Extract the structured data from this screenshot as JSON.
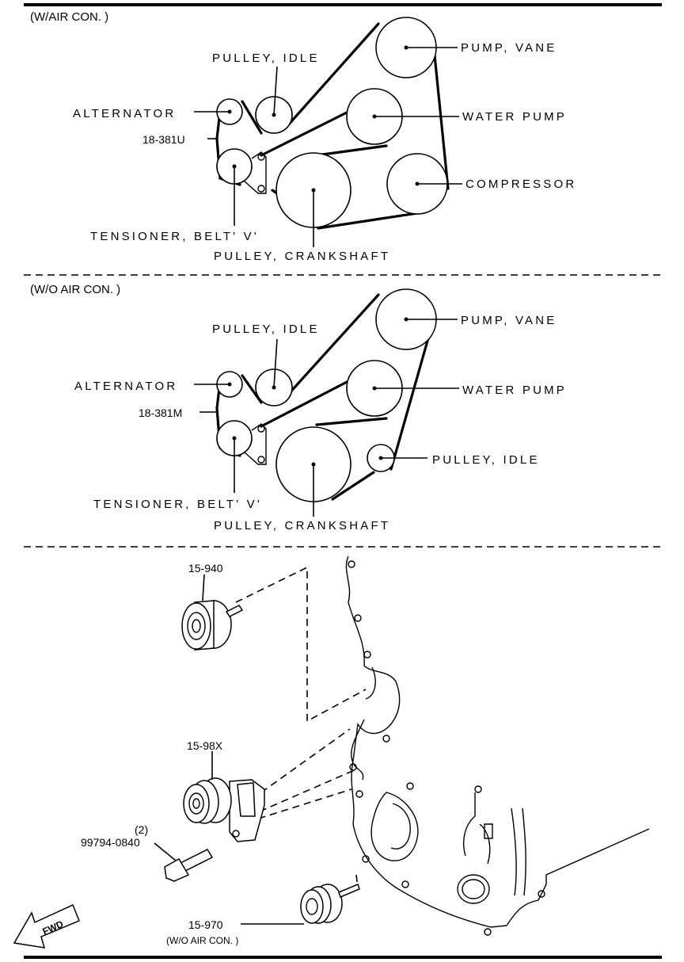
{
  "top": {
    "heading": "(W/AIR CON. )",
    "labels": {
      "pulley_idle": "PULLEY, IDLE",
      "alternator": "ALTERNATOR",
      "belt_part": "18-381U",
      "tensioner": "TENSIONER, BELT' V'",
      "pulley_crankshaft": "PULLEY, CRANKSHAFT",
      "pump_vane": "PUMP, VANE",
      "water_pump": "WATER PUMP",
      "compressor": "COMPRESSOR"
    }
  },
  "middle": {
    "heading": "(W/O AIR CON. )",
    "labels": {
      "pulley_idle": "PULLEY, IDLE",
      "alternator": "ALTERNATOR",
      "belt_part": "18-381M",
      "tensioner": "TENSIONER, BELT' V'",
      "pulley_crankshaft": "PULLEY, CRANKSHAFT",
      "pump_vane": "PUMP, VANE",
      "water_pump": "WATER PUMP",
      "pulley_idle_lower": "PULLEY, IDLE"
    }
  },
  "bottom": {
    "parts": {
      "idler_pulley": "15-940",
      "tensioner_assembly": "15-98X",
      "bolt_qty": "(2)",
      "bolt": "99794-0840",
      "idler_wo_ac": "15-970",
      "idler_wo_ac_note": "(W/O AIR CON. )"
    },
    "fwd_label": "FWD"
  }
}
